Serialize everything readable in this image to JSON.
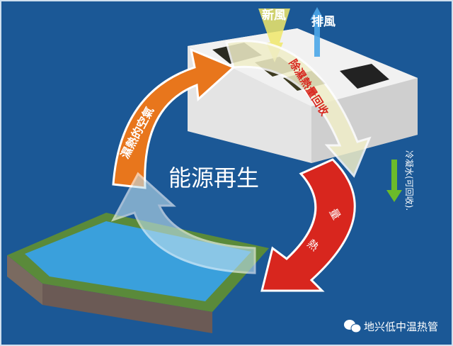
{
  "labels": {
    "fresh_air": "新風",
    "exhaust_air": "排風",
    "heat_recovery": "除濕熱量回收",
    "humid_air": "濕熱的空氣",
    "energy_regen": "能源再生",
    "heat": [
      "熱",
      "量"
    ],
    "condensate": "冷凝水(可回收)."
  },
  "watermark": {
    "icon": "wechat-icon",
    "text": "地兴低中温热管"
  },
  "colors": {
    "background": "#1b5896",
    "orange_arrow": "#e8761c",
    "red_arrow": "#d8261e",
    "pool_water": "#3aa0dc",
    "condensate_arrow": "#6cbb2a"
  }
}
